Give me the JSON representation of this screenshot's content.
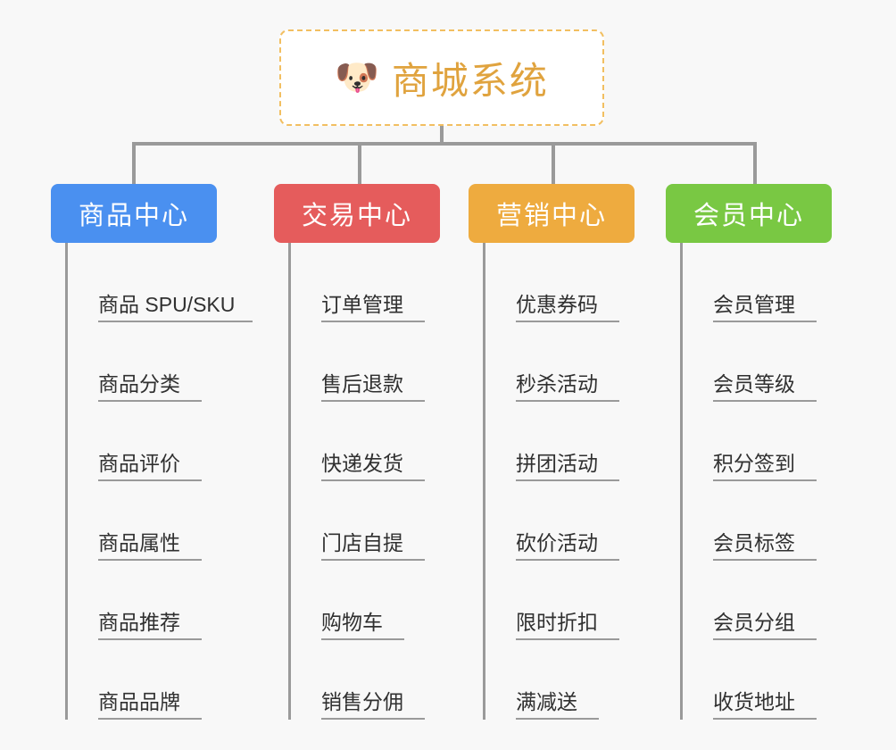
{
  "page": {
    "background_color": "#f8f8f8",
    "type": "org-chart"
  },
  "root": {
    "icon": "shiba-dog-icon",
    "icon_glyph": "🐶",
    "title": "商城系统",
    "title_color": "#e0a33e",
    "border_color": "#f2bf61",
    "border_style": "dashed",
    "background_color": "#ffffff"
  },
  "connector": {
    "color": "#9a9a9a"
  },
  "branches": [
    {
      "id": "product-center",
      "title": "商品中心",
      "color": "#4a90f0",
      "children": [
        "商品 SPU/SKU",
        "商品分类",
        "商品评价",
        "商品属性",
        "商品推荐",
        "商品品牌"
      ]
    },
    {
      "id": "trade-center",
      "title": "交易中心",
      "color": "#e55c5c",
      "children": [
        "订单管理",
        "售后退款",
        "快递发货",
        "门店自提",
        "购物车",
        "销售分佣"
      ]
    },
    {
      "id": "marketing-center",
      "title": "营销中心",
      "color": "#eeab3f",
      "children": [
        "优惠券码",
        "秒杀活动",
        "拼团活动",
        "砍价活动",
        "限时折扣",
        "满减送"
      ]
    },
    {
      "id": "member-center",
      "title": "会员中心",
      "color": "#79c843",
      "children": [
        "会员管理",
        "会员等级",
        "积分签到",
        "会员标签",
        "会员分组",
        "收货地址"
      ]
    }
  ]
}
